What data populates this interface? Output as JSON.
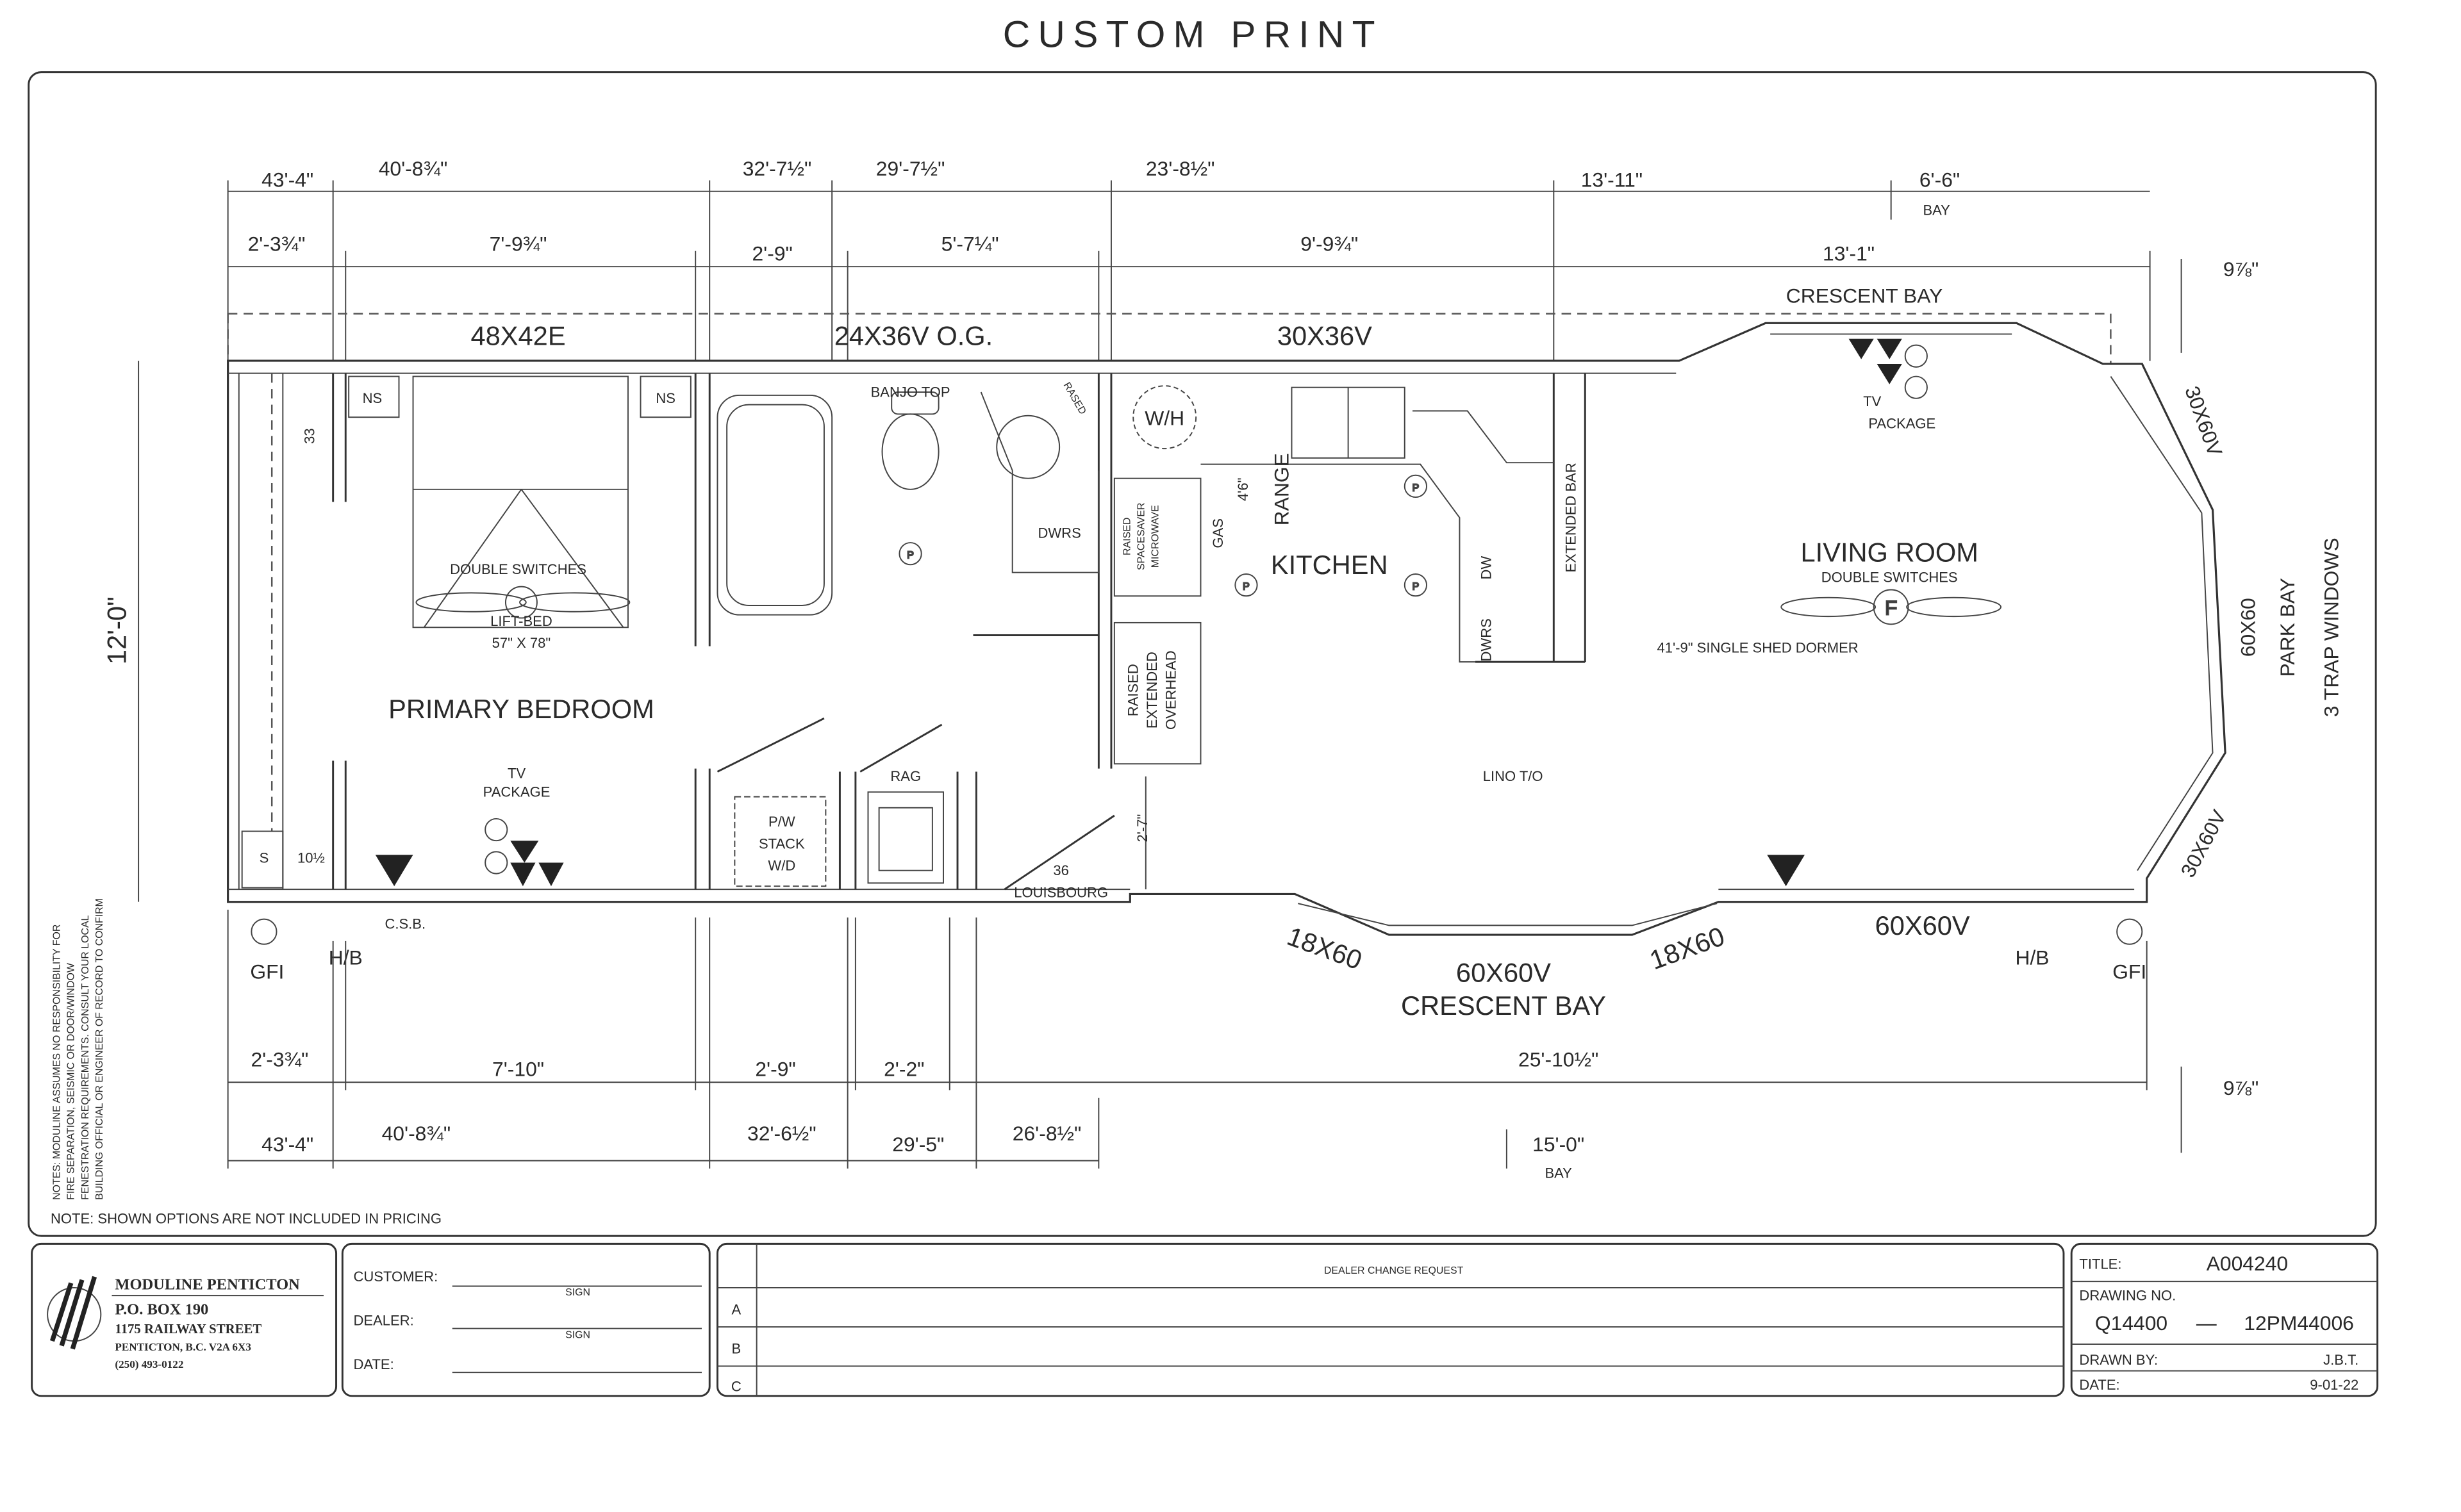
{
  "title": "CUSTOM PRINT",
  "dims_top": {
    "r1": [
      "43'-4\"",
      "40'-8¾\"",
      "32'-7½\"",
      "29'-7½\"",
      "23'-8½\"",
      "13'-11\"",
      "6'-6\""
    ],
    "bay": "BAY",
    "r2": [
      "2'-3¾\"",
      "7'-9¾\"",
      "2'-9\"",
      "5'-7¼\"",
      "9'-9¾\"",
      "13'-1\""
    ],
    "right": "9⅞\""
  },
  "windows_top": [
    "48X42E",
    "24X36V O.G.",
    "30X36V",
    "CRESCENT BAY"
  ],
  "dims_bottom": {
    "r1": [
      "2'-3¾\"",
      "7'-10\"",
      "2'-9\"",
      "2'-2\"",
      "25'-10½\""
    ],
    "right": "9⅞\"",
    "r2": [
      "43'-4\"",
      "40'-8¾\"",
      "32'-6½\"",
      "29'-5\"",
      "26'-8½\"",
      "15'-0\""
    ],
    "bay": "BAY"
  },
  "windows_bottom": [
    "18X60",
    "60X60V",
    "18X60",
    "CRESCENT BAY",
    "60X60V"
  ],
  "exterior": {
    "gfi": "GFI",
    "hb": "H/B",
    "csb": "C.S.B."
  },
  "windows_right": [
    "30X60V",
    "60X60",
    "PARK BAY",
    "3 TRAP WINDOWS",
    "30X60V"
  ],
  "width_dim": "12'-0\"",
  "notes": [
    "NOTES:   MODULINE ASSUMES NO RESPONSIBILITY FOR",
    "FIRE SEPARATION, SEISMIC OR DOOR/WINDOW",
    "FENESTRATION REQUIREMENTS. CONSULT YOUR LOCAL",
    "BUILDING OFFICIAL OR ENGINEER OF RECORD TO CONFIRM"
  ],
  "note_bottom": "NOTE:   SHOWN OPTIONS ARE NOT INCLUDED IN PRICING",
  "plan": {
    "ns": "NS",
    "closet_33": "33",
    "s": "S",
    "dim_10": "10½",
    "double_switches": "DOUBLE SWITCHES",
    "lift_bed": "LIFT-BED",
    "bed_size": "57\" X 78\"",
    "primary_bedroom": "PRIMARY BEDROOM",
    "tv": "TV",
    "package": "PACKAGE",
    "banjo_top": "BANJO TOP",
    "raised": "RASED",
    "wh": "W/H",
    "dwrs": "DWRS",
    "pw": "P/W",
    "stack": "STACK",
    "wd": "W/D",
    "rag": "RAG",
    "louis_36": "36",
    "louisbourg": "LOUISBOURG",
    "door_dim": "2'-7\"",
    "microwave": [
      "RAISED",
      "SPACESAVER",
      "MICROWAVE"
    ],
    "gas": "GAS",
    "range": "RANGE",
    "range_size": "4'6\"",
    "kitchen": "KITCHEN",
    "dw": "DW",
    "extended_bar": "EXTENDED BAR",
    "overhead": [
      "RAISED",
      "EXTENDED",
      "OVERHEAD"
    ],
    "living_room": "LIVING ROOM",
    "living_switches": "DOUBLE SWITCHES",
    "dormer": "41'-9\" SINGLE SHED DORMER",
    "lino": "LINO T/O",
    "fan": "F",
    "plug": "P"
  },
  "title_block": {
    "company": "MODULINE PENTICTON",
    "address": [
      "P.O. BOX 190",
      "1175 RAILWAY STREET",
      "PENTICTON, B.C. V2A 6X3",
      "(250) 493-0122"
    ],
    "customer_label": "CUSTOMER:",
    "dealer_label": "DEALER:",
    "date_label": "DATE:",
    "sign": "SIGN",
    "change_request": "DEALER CHANGE REQUEST",
    "rows": [
      "A",
      "B",
      "C"
    ],
    "title_label": "TITLE:",
    "title_value": "A004240",
    "drawing_label": "DRAWING NO.",
    "drawing_a": "Q14400",
    "drawing_sep": "—",
    "drawing_b": "12PM44006",
    "drawn_by_label": "DRAWN BY:",
    "drawn_by": "J.B.T.",
    "date_value_label": "DATE:",
    "date_value": "9-01-22"
  }
}
